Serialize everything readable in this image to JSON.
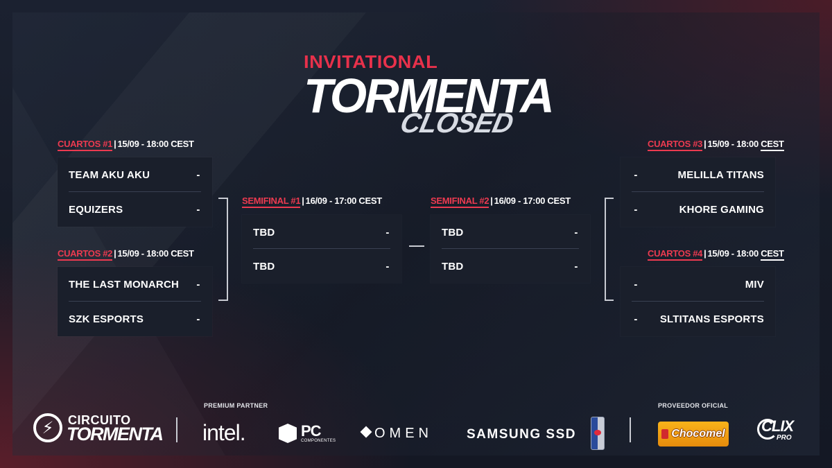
{
  "title": {
    "top": "INVITATIONAL",
    "main": "TORMENTA",
    "sub": "CLOSED"
  },
  "matches": {
    "q1": {
      "stage": "CUARTOS #1",
      "info": "15/09 - 18:00 CEST",
      "teams": [
        {
          "name": "TEAM AKU AKU",
          "score": "-"
        },
        {
          "name": "EQUIZERS",
          "score": "-"
        }
      ]
    },
    "q2": {
      "stage": "CUARTOS #2",
      "info": "15/09 - 18:00 CEST",
      "teams": [
        {
          "name": "THE LAST MONARCH",
          "score": "-"
        },
        {
          "name": "SZK ESPORTS",
          "score": "-"
        }
      ]
    },
    "q3": {
      "stage": "CUARTOS #3",
      "info_a": "15/09 - 18:00",
      "info_b": "CEST",
      "teams": [
        {
          "name": "MELILLA TITANS",
          "score": "-"
        },
        {
          "name": "KHORE GAMING",
          "score": "-"
        }
      ]
    },
    "q4": {
      "stage": "CUARTOS #4",
      "info_a": "15/09 - 18:00",
      "info_b": "CEST",
      "teams": [
        {
          "name": "MIV",
          "score": "-"
        },
        {
          "name": "SLTITANS ESPORTS",
          "score": "-"
        }
      ]
    },
    "s1": {
      "stage": "SEMIFINAL #1",
      "info": "16/09 - 17:00 CEST",
      "teams": [
        {
          "name": "TBD",
          "score": "-"
        },
        {
          "name": "TBD",
          "score": "-"
        }
      ]
    },
    "s2": {
      "stage": "SEMIFINAL #2",
      "info": "16/09 - 17:00 CEST",
      "teams": [
        {
          "name": "TBD",
          "score": "-"
        },
        {
          "name": "TBD",
          "score": "-"
        }
      ]
    }
  },
  "footer": {
    "circuito_top": "CIRCUITO",
    "circuito_bottom": "TORMENTA",
    "premium_partner": "PREMIUM PARTNER",
    "proveedor_oficial": "PROVEEDOR OFICIAL",
    "sponsors": {
      "intel": "intel.",
      "pc": "PC",
      "pc_sub": "COMPONENTES",
      "omen": "OMEN",
      "samsung": "SAMSUNG SSD",
      "chocomel": "Chocomel",
      "clix": "CLIX",
      "clix_pro": "PRO"
    }
  },
  "colors": {
    "accent": "#ec3a50",
    "background": "#161b27",
    "box": "#1a1f2b"
  }
}
